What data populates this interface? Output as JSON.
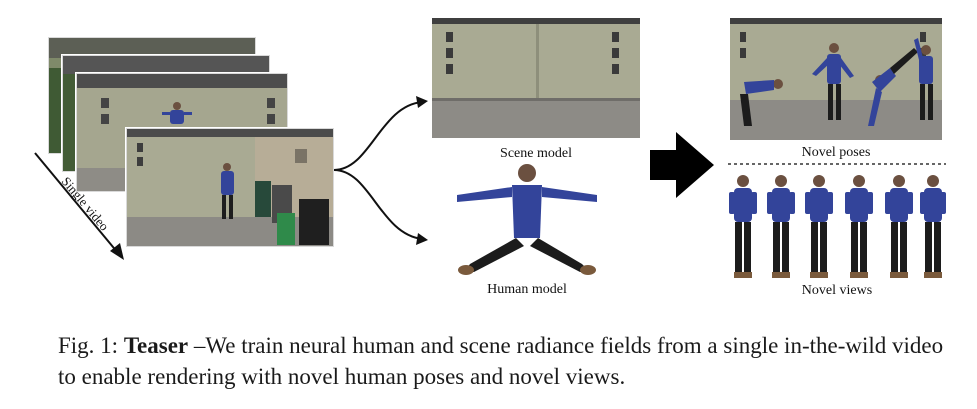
{
  "labels": {
    "single_video": "Single video",
    "scene_model": "Scene model",
    "human_model": "Human model",
    "novel_poses": "Novel poses",
    "novel_views": "Novel views"
  },
  "caption": {
    "prefix": "Fig. 1: ",
    "bold": "Teaser",
    "text": " –We train neural human and scene radiance fields from a single in-the-wild video to enable rendering with novel human poses and novel views."
  },
  "colors": {
    "garage_wall": "#a9aa93",
    "pavement": "#8d8b86",
    "jacket_blue": "#33449a",
    "trash_green": "#2f8a4a"
  }
}
